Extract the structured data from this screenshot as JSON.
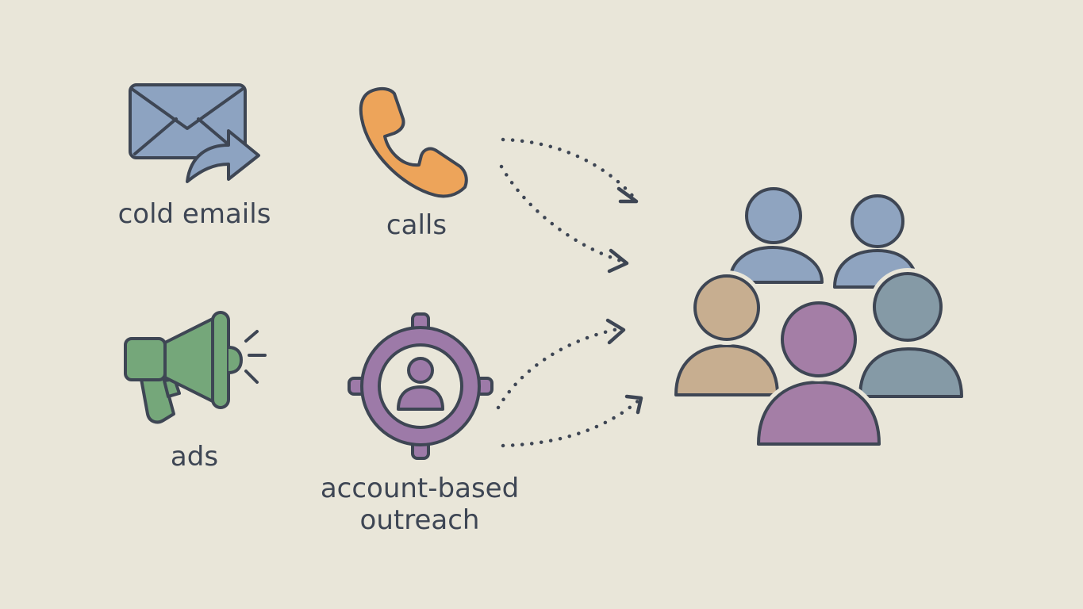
{
  "channels": {
    "cold_emails": {
      "label": "cold emails",
      "icon": "envelope-send-icon",
      "color": "#8da3c1"
    },
    "calls": {
      "label": "calls",
      "icon": "phone-icon",
      "color": "#eda45a"
    },
    "ads": {
      "label": "ads",
      "icon": "megaphone-icon",
      "color": "#75a77a"
    },
    "account_based_outreach": {
      "label_line1": "account-based",
      "label_line2": "outreach",
      "icon": "target-person-icon",
      "color": "#9d7aa8"
    }
  },
  "audience": {
    "icon": "people-group-icon",
    "colors": [
      "#8fa4c0",
      "#8fa4c0",
      "#c7ae90",
      "#859aa6",
      "#a47ea6"
    ]
  },
  "palette": {
    "background": "#e9e6d9",
    "outline": "#3e4654",
    "text": "#3e4654"
  }
}
